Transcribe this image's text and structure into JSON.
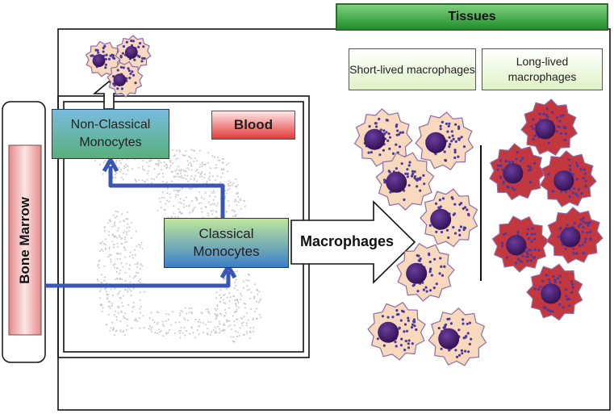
{
  "labels": {
    "tissues": "Tissues",
    "short_lived": "Short-lived macrophages",
    "long_lived": "Long-lived macrophages",
    "blood": "Blood",
    "non_classical": "Non-Classical Monocytes",
    "classical": "Classical Monocytes",
    "macrophages": "Macrophages",
    "bone_marrow": "Bone Marrow"
  },
  "colors": {
    "tissues_banner": "#1f8f2a",
    "blood_box": "#e23a3a",
    "bone_marrow_box": "#f4a7a7",
    "pathway_arrow": "#3a56b5",
    "short_lived_cell": "#f8d9bd",
    "long_lived_cell": "#c3373f",
    "nucleus": "#3b1460",
    "granule": "#4b3a9e"
  }
}
